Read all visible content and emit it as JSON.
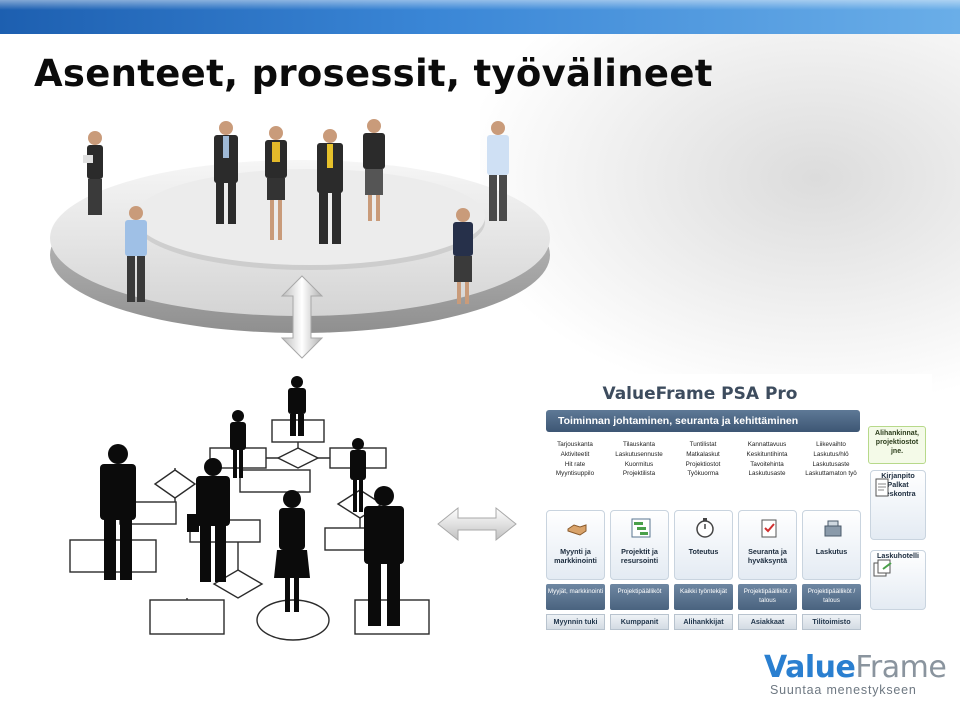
{
  "slide": {
    "title": "Asenteet, prosessit, työvälineet"
  },
  "psa": {
    "title": "ValueFrame PSA Pro",
    "banner": "Toiminnan johtaminen, seuranta ja kehittäminen",
    "columns": [
      {
        "items": [
          "Tarjouskanta",
          "Aktiviteetit",
          "Hit rate",
          "Myyntisuppilo"
        ]
      },
      {
        "items": [
          "Tilauskanta",
          "Laskutusennuste",
          "Kuormitus",
          "Projektilista"
        ]
      },
      {
        "items": [
          "Tuntilistat",
          "Matkalaskut",
          "Projektiostot",
          "Työkuorma"
        ]
      },
      {
        "items": [
          "Kannattavuus",
          "Keskituntihinta",
          "Tavoitehinta",
          "Laskutusaste"
        ]
      },
      {
        "items": [
          "Liikevaihto",
          "Laskutus/hlö",
          "Laskutusaste",
          "Laskuttamaton työ"
        ]
      }
    ],
    "processes": [
      {
        "label": "Myynti ja markkinointi",
        "icon": "handshake-icon"
      },
      {
        "label": "Projektit ja resursointi",
        "icon": "gantt-icon"
      },
      {
        "label": "Toteutus",
        "icon": "stopwatch-icon"
      },
      {
        "label": "Seuranta ja hyväksyntä",
        "icon": "clipboard-check-icon"
      },
      {
        "label": "Laskutus",
        "icon": "cash-register-icon"
      }
    ],
    "roles": [
      "Myyjät, markkinointi",
      "Projektipäälliköt",
      "Kaikki työntekijät",
      "Projektipäälliköt / talous",
      "Projektipäälliköt / talous"
    ],
    "groups": [
      "Myynnin tuki",
      "Kumppanit",
      "Alihankkijat",
      "Asiakkaat",
      "Tilitoimisto"
    ],
    "side_note": "Alihankinnat, projektiostot jne.",
    "side_boxes": [
      {
        "label": "Kirjanpito Palkat Reskontra",
        "icon": "document-icon"
      },
      {
        "label": "Laskuhotelli",
        "icon": "papers-icon"
      }
    ]
  },
  "logo": {
    "part1": "Value",
    "part2": "Frame",
    "tagline": "Suuntaa menestykseen"
  },
  "colors": {
    "accent_blue": "#2a7fd0",
    "banner": "#3d5674",
    "green_arrow": "#7cc24e"
  }
}
